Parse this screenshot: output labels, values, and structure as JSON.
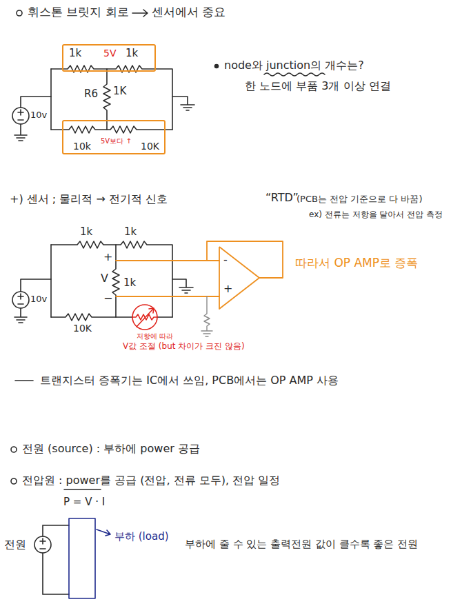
{
  "diagram": {
    "nodes": [
      {
        "text": [
          "1k",
          "5V",
          "1k"
        ]
      },
      {
        "text": [
          "10k",
          "5V보다 ↑",
          "10K"
        ]
      },
      {
        "text": [
          "-",
          "+"
        ]
      }
    ],
    "labels": [
      "휘스톤 브릿지 회로",
      "센서에서 중요",
      "R6",
      "1K",
      "10v",
      "node와 junction의 개수는?",
      "한 노드에 부품 3개 이상 연결",
      "+) 센서 ; 물리적 → 전기적 신호",
      "“RTD”",
      "(PCB는 전압 기준으로 다 바꿈)",
      "ex) 전류는 저항을 달아서 전압 측정",
      "1k",
      "1k",
      "+",
      "V",
      "1k",
      "−",
      "10v",
      "10K",
      "저항에 따라",
      "V값 조절 (but 차이가 크진 않음)",
      "따라서 OP AMP로 증폭",
      "트랜지스터 증폭기는 IC에서 쓰임, PCB에서는 OP AMP 사용",
      "전원 (source) : 부하에 power 공급",
      "전압원 : power를 공급 (전압, 전류 모두), 전압 일정",
      "P = V · I",
      "전원",
      "부하 (load)",
      "부하에 줄 수 있는 출력전원 값이 클수록 좋은 전원"
    ]
  }
}
